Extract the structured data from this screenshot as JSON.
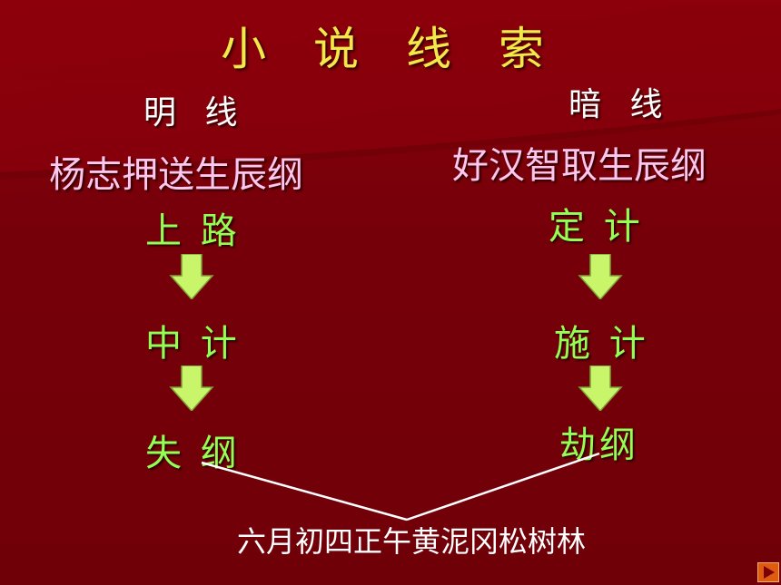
{
  "slide": {
    "title": "小 说 线 索",
    "left": {
      "heading": "明 线",
      "plot": "杨志押送生辰纲",
      "steps": [
        "上 路",
        "中 计",
        "失 纲"
      ]
    },
    "right": {
      "heading": "暗 线",
      "plot": "好汉智取生辰纲",
      "steps": [
        "定 计",
        "施 计",
        "劫纲"
      ]
    },
    "meeting_place": "六月初四正午黄泥冈松树林"
  },
  "colors": {
    "background": "#7a0008",
    "title": "#f3e84a",
    "plot_text": "#ffc6ee",
    "step_text": "#93ff55",
    "arrow_fill": "#c8f56a",
    "nav_button": "#e05a10"
  },
  "icons": {
    "flow_arrow": "down-arrow-icon",
    "navigation": "play-next-icon"
  }
}
